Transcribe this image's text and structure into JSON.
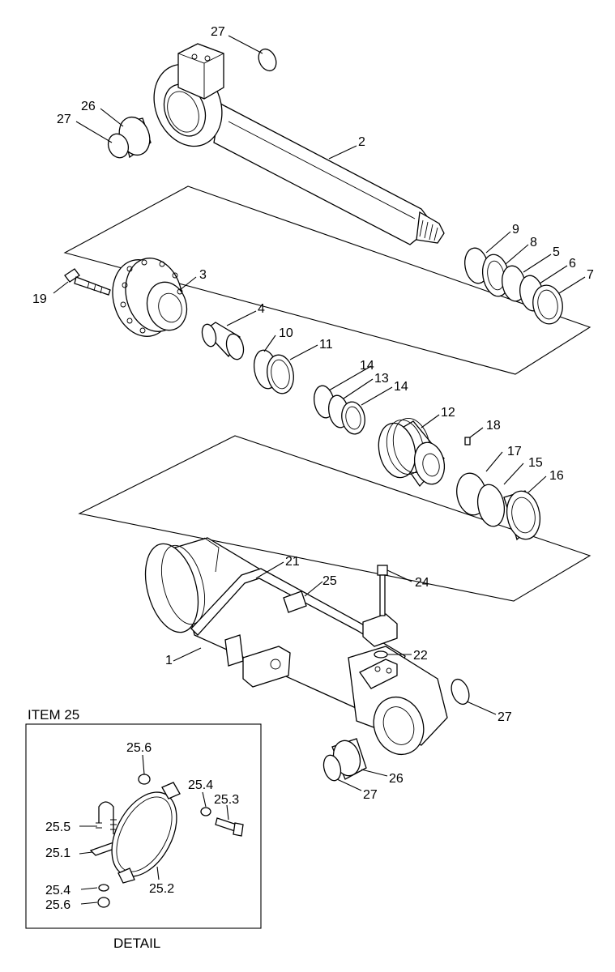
{
  "callouts": {
    "c27a": "27",
    "c26a": "26",
    "c27b": "27",
    "c2": "2",
    "c9": "9",
    "c8": "8",
    "c5": "5",
    "c6": "6",
    "c7": "7",
    "c19": "19",
    "c3": "3",
    "c4": "4",
    "c10": "10",
    "c11": "11",
    "c14a": "14",
    "c13": "13",
    "c14b": "14",
    "c12": "12",
    "c18": "18",
    "c17": "17",
    "c15": "15",
    "c16": "16",
    "c21": "21",
    "c25": "25",
    "c24": "24",
    "c1": "1",
    "c22": "22",
    "c27c": "27",
    "c26b": "26",
    "c27d": "27"
  },
  "detail": {
    "title": "ITEM 25",
    "caption": "DETAIL",
    "callouts": {
      "d256a": "25.6",
      "d254a": "25.4",
      "d253": "25.3",
      "d255": "25.5",
      "d251": "25.1",
      "d252": "25.2",
      "d254b": "25.4",
      "d256b": "25.6"
    }
  }
}
